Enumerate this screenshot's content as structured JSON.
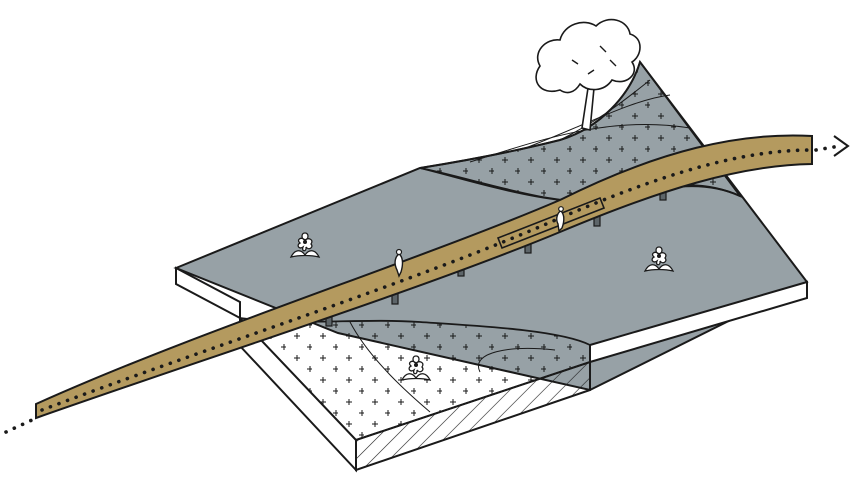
{
  "diagram": {
    "type": "axonometric-landscape-section",
    "elements": [
      "water-surface",
      "hatched-section-edge",
      "planted-bank-upper",
      "planted-bank-lower",
      "boardwalk-path",
      "support-piles",
      "tree",
      "flower-upper-left",
      "flower-right",
      "flower-lower",
      "person-left",
      "person-right",
      "path-direction-arrow-right",
      "path-direction-arrow-left"
    ]
  },
  "colors": {
    "water": "#97a1a6",
    "boardwalk": "#b49a5f",
    "line": "#1a1a1a",
    "paper": "#ffffff"
  },
  "icons": [
    "tree-icon",
    "flower-icon",
    "person-icon",
    "arrow-icon"
  ]
}
